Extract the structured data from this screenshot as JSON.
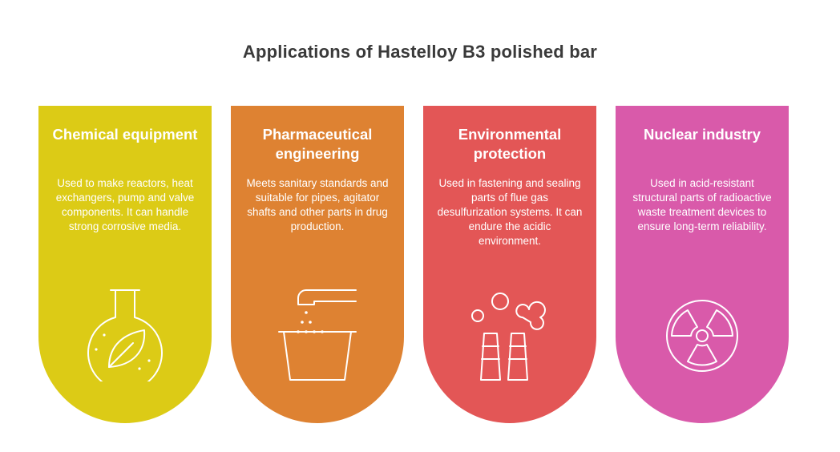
{
  "title": "Applications of Hastelloy B3 polished bar",
  "cards": [
    {
      "heading": "Chemical equipment",
      "description": "Used to make reactors, heat exchangers, pump and valve components. It can handle strong corrosive media.",
      "icon": "flask-leaf-icon",
      "color": "#dccb16"
    },
    {
      "heading": "Pharmaceutical engineering",
      "description": "Meets sanitary standards and suitable for pipes, agitator shafts and other parts in drug production.",
      "icon": "faucet-beaker-icon",
      "color": "#de8232"
    },
    {
      "heading": "Environmental protection",
      "description": "Used in fastening and sealing parts of flue gas desulfurization systems. It can endure the acidic environment.",
      "icon": "smokestack-icon",
      "color": "#e35656"
    },
    {
      "heading": "Nuclear industry",
      "description": "Used in acid-resistant structural parts of radioactive waste treatment devices to ensure long-term reliability.",
      "icon": "radiation-icon",
      "color": "#d95aaa"
    }
  ]
}
